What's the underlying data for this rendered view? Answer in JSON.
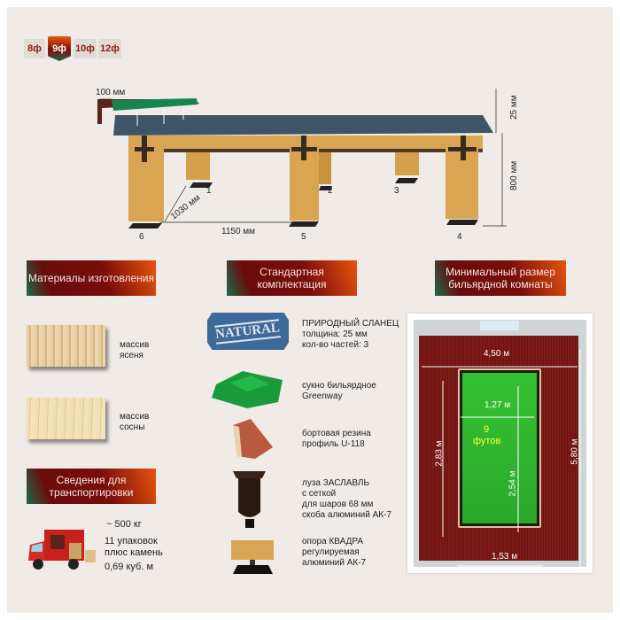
{
  "size_tabs": [
    {
      "label": "8ф",
      "active": false
    },
    {
      "label": "9ф",
      "active": true
    },
    {
      "label": "10ф",
      "active": false
    },
    {
      "label": "12ф",
      "active": false
    }
  ],
  "table_diagram": {
    "rail_width": "100 мм",
    "slate_thickness": "25 мм",
    "height": "800 мм",
    "depth": "1030 мм",
    "span": "1150 мм",
    "legs": [
      "1",
      "2",
      "3",
      "4",
      "5",
      "6"
    ]
  },
  "materials": {
    "title": "Материалы изготовления",
    "items": [
      {
        "label": "массив ясеня"
      },
      {
        "label": "массив сосны"
      }
    ]
  },
  "transport": {
    "title": "Сведения для транспортировки",
    "weight": "~ 500 кг",
    "packages": "11 упаковок плюс камень",
    "volume": "0,69 куб. м"
  },
  "kit": {
    "title": "Стандартная комплектация",
    "natural_badge": "NATURAL",
    "items": [
      {
        "icon": "slate-icon",
        "lines": [
          "ПРИРОДНЫЙ СЛАНЕЦ",
          "толщина: 25 мм",
          "кол-во частей: 3"
        ]
      },
      {
        "icon": "cloth-icon",
        "lines": [
          "сукно бильярдное",
          "Greenway"
        ]
      },
      {
        "icon": "cushion-rubber-icon",
        "lines": [
          "бортовая резина",
          "профиль U-118"
        ]
      },
      {
        "icon": "pocket-icon",
        "lines": [
          "луза ЗАСЛАВЛЬ",
          "с сеткой",
          "для шаров 68 мм",
          "скоба алюминий АК-7"
        ]
      },
      {
        "icon": "leg-support-icon",
        "lines": [
          "опора КВАДРА",
          "регулируемая",
          "алюминий АК-7"
        ]
      }
    ]
  },
  "room": {
    "title": "Минимальный размер бильярдной комнаты",
    "room_width": "4,50 м",
    "room_length": "5,80 м",
    "table_outer_length": "2,83 м",
    "table_outer_width": "1,53 м",
    "play_width": "1,27 м",
    "play_length": "2,54 м",
    "size_number": "9",
    "size_unit": "футов"
  },
  "colors": {
    "accent_red": "#7a0d0a",
    "accent_orange": "#e8540e",
    "cloth_green": "#2fb52a",
    "carpet": "#7d1a18"
  }
}
